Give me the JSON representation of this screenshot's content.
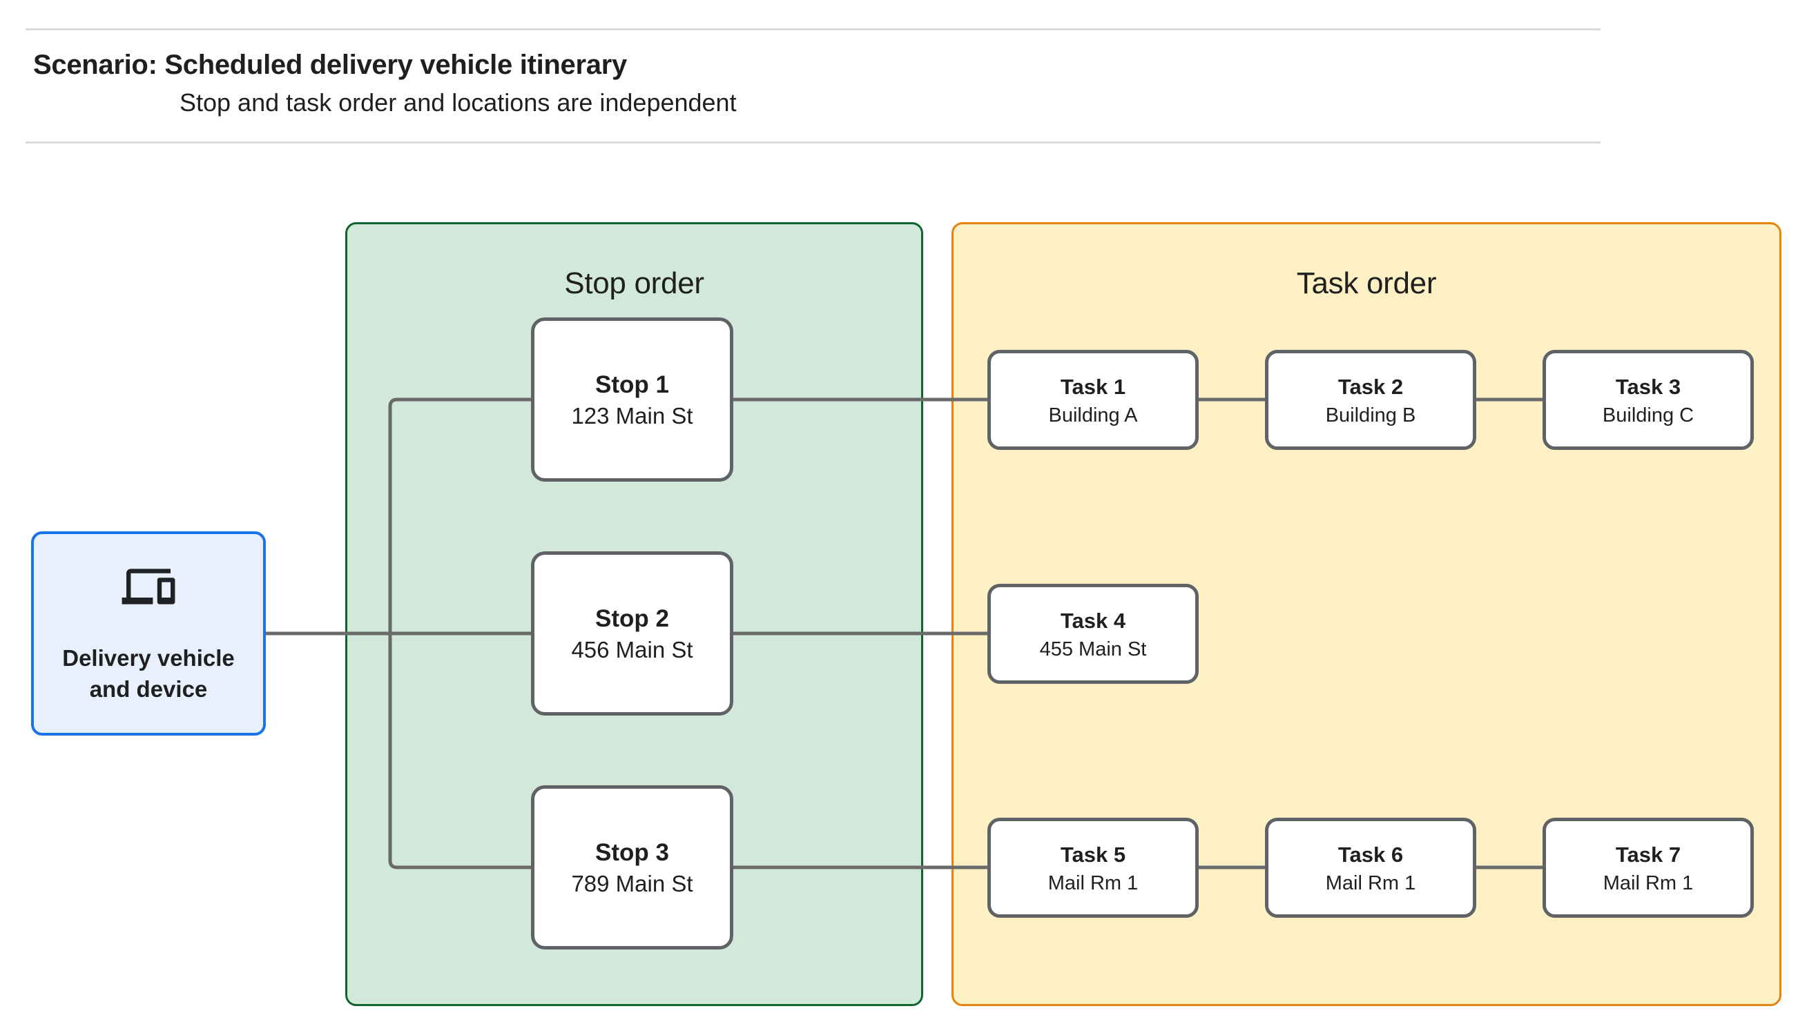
{
  "header": {
    "title": "Scenario: Scheduled delivery vehicle itinerary",
    "subtitle": "Stop and task order and locations are independent"
  },
  "panels": {
    "stop": {
      "title": "Stop order"
    },
    "task": {
      "title": "Task order"
    }
  },
  "vehicle": {
    "label": "Delivery vehicle and device",
    "icon": "devices-icon"
  },
  "stops": [
    {
      "label": "Stop 1",
      "address": "123 Main St"
    },
    {
      "label": "Stop 2",
      "address": "456 Main St"
    },
    {
      "label": "Stop 3",
      "address": "789 Main St"
    }
  ],
  "tasks": [
    {
      "label": "Task 1",
      "location": "Building A"
    },
    {
      "label": "Task 2",
      "location": "Building B"
    },
    {
      "label": "Task 3",
      "location": "Building C"
    },
    {
      "label": "Task 4",
      "location": "455 Main St"
    },
    {
      "label": "Task 5",
      "location": "Mail Rm 1"
    },
    {
      "label": "Task 6",
      "location": "Mail Rm 1"
    },
    {
      "label": "Task 7",
      "location": "Mail Rm 1"
    }
  ],
  "colors": {
    "connector": "#6a6a6a",
    "node_border": "#5f6368",
    "stop_panel_fill": "#d2e8da",
    "stop_panel_border": "#0d652d",
    "task_panel_fill": "#fdf0c4",
    "task_panel_border": "#e8820c",
    "vehicle_fill": "#e8f0fe",
    "vehicle_border": "#1a73e8",
    "text": "#1f1f1f",
    "divider": "#d9d9d9"
  }
}
